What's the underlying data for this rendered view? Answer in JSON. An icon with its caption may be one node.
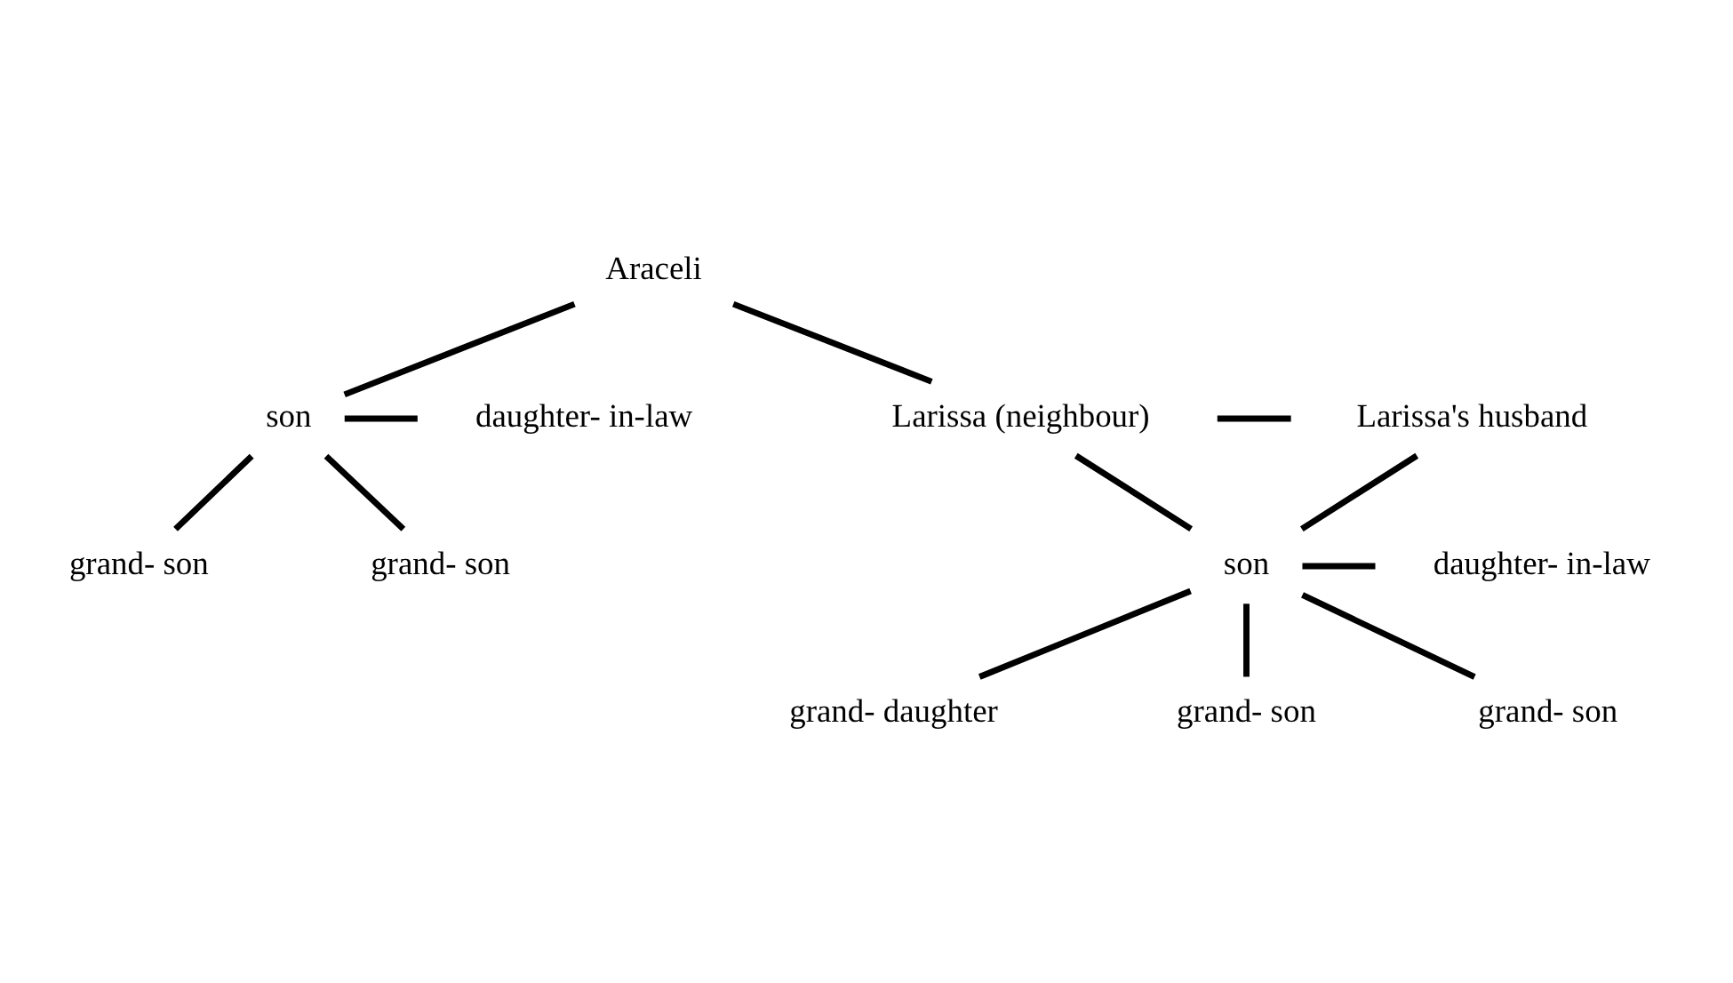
{
  "diagram": {
    "nodes": [
      {
        "text": [
          "Araceli"
        ]
      },
      {
        "text": [
          "son"
        ]
      },
      {
        "text": [
          "daughter- in-law"
        ]
      },
      {
        "text": [
          "grand- son"
        ]
      },
      {
        "text": [
          "grand- son"
        ]
      },
      {
        "text": [
          "Larissa (neighbour)"
        ]
      },
      {
        "text": [
          "Larissa's husband"
        ]
      },
      {
        "text": [
          "son"
        ]
      },
      {
        "text": [
          "daughter- in-law"
        ]
      },
      {
        "text": [
          "grand- daughter"
        ]
      },
      {
        "text": [
          "grand- son"
        ]
      },
      {
        "text": [
          "grand- son"
        ]
      }
    ],
    "edges": [
      {
        "from": 0,
        "to": 1,
        "arrow": "none"
      },
      {
        "from": 1,
        "to": 2,
        "arrow": "none"
      },
      {
        "from": 1,
        "to": 3,
        "arrow": "none"
      },
      {
        "from": 1,
        "to": 4,
        "arrow": "none"
      },
      {
        "from": 0,
        "to": 5,
        "arrow": "none"
      },
      {
        "from": 5,
        "to": 6,
        "arrow": "none"
      },
      {
        "from": 5,
        "to": 7,
        "arrow": "none"
      },
      {
        "from": 6,
        "to": 7,
        "arrow": "none"
      },
      {
        "from": 7,
        "to": 8,
        "arrow": "none"
      },
      {
        "from": 7,
        "to": 9,
        "arrow": "none"
      },
      {
        "from": 7,
        "to": 10,
        "arrow": "none"
      },
      {
        "from": 7,
        "to": 11,
        "arrow": "none"
      }
    ]
  }
}
